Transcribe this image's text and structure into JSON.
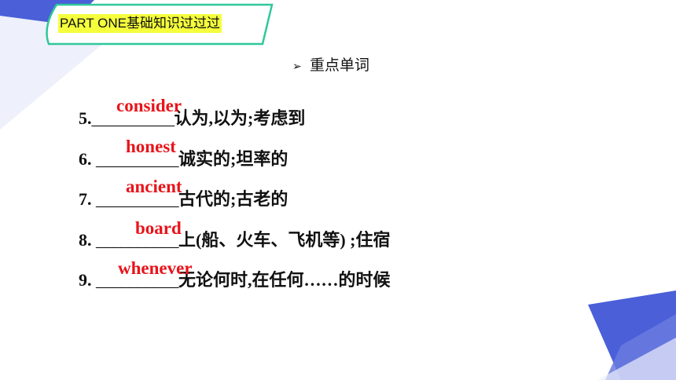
{
  "header": {
    "part_title": "PART ONE基础知识过过过"
  },
  "section": {
    "bullet_icon": "triangle-bullet-icon",
    "title": "重点单词"
  },
  "items": [
    {
      "number": "5.",
      "blank": "__________",
      "answer": "consider",
      "meaning": "认为,以为;考虑到"
    },
    {
      "number": "6. ",
      "blank": "__________",
      "answer": "honest",
      "meaning": "诚实的;坦率的"
    },
    {
      "number": "7. ",
      "blank": "__________",
      "answer": "ancient",
      "meaning": "古代的;古老的"
    },
    {
      "number": "8. ",
      "blank": "__________",
      "answer": "board",
      "meaning": "上(船、火车、飞机等) ;住宿"
    },
    {
      "number": "9. ",
      "blank": "__________",
      "answer": "whenever",
      "meaning": "无论何时,在任何……的时候"
    }
  ],
  "colors": {
    "answer": "#e8141a",
    "highlight": "#f5ff3c",
    "banner_border": "#2fc89a",
    "accent_blue": "#4a5fd8"
  }
}
